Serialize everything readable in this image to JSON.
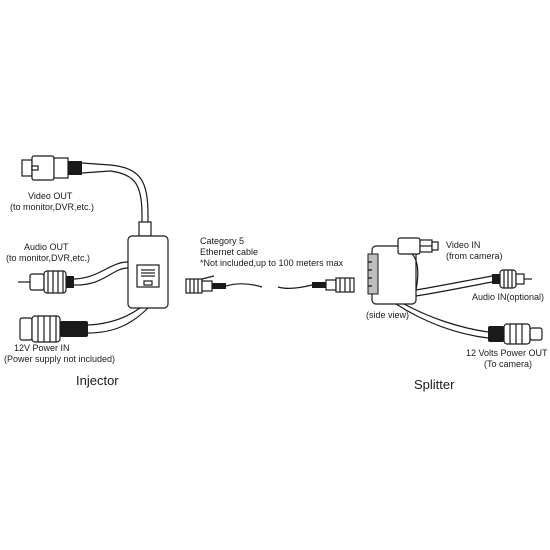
{
  "injector": {
    "title": "Injector",
    "video_out": {
      "line1": "Video OUT",
      "line2": "(to monitor,DVR,etc.)"
    },
    "audio_out": {
      "line1": "Audio OUT",
      "line2": "(to monitor,DVR,etc.)"
    },
    "power_in": {
      "line1": "12V Power IN",
      "line2": "(Power supply not included)"
    }
  },
  "cable": {
    "line1": "Category 5",
    "line2": "Ethernet cable",
    "line3": "*Not  included,up to 100 meters max"
  },
  "splitter": {
    "title": "Splitter",
    "video_in": {
      "line1": "Video IN",
      "line2": "(from camera)"
    },
    "audio_in": {
      "line1": "Audio IN(optional)"
    },
    "side_view": "(side view)",
    "power_out": {
      "line1": "12 Volts Power OUT",
      "line2": "(To camera)"
    }
  }
}
